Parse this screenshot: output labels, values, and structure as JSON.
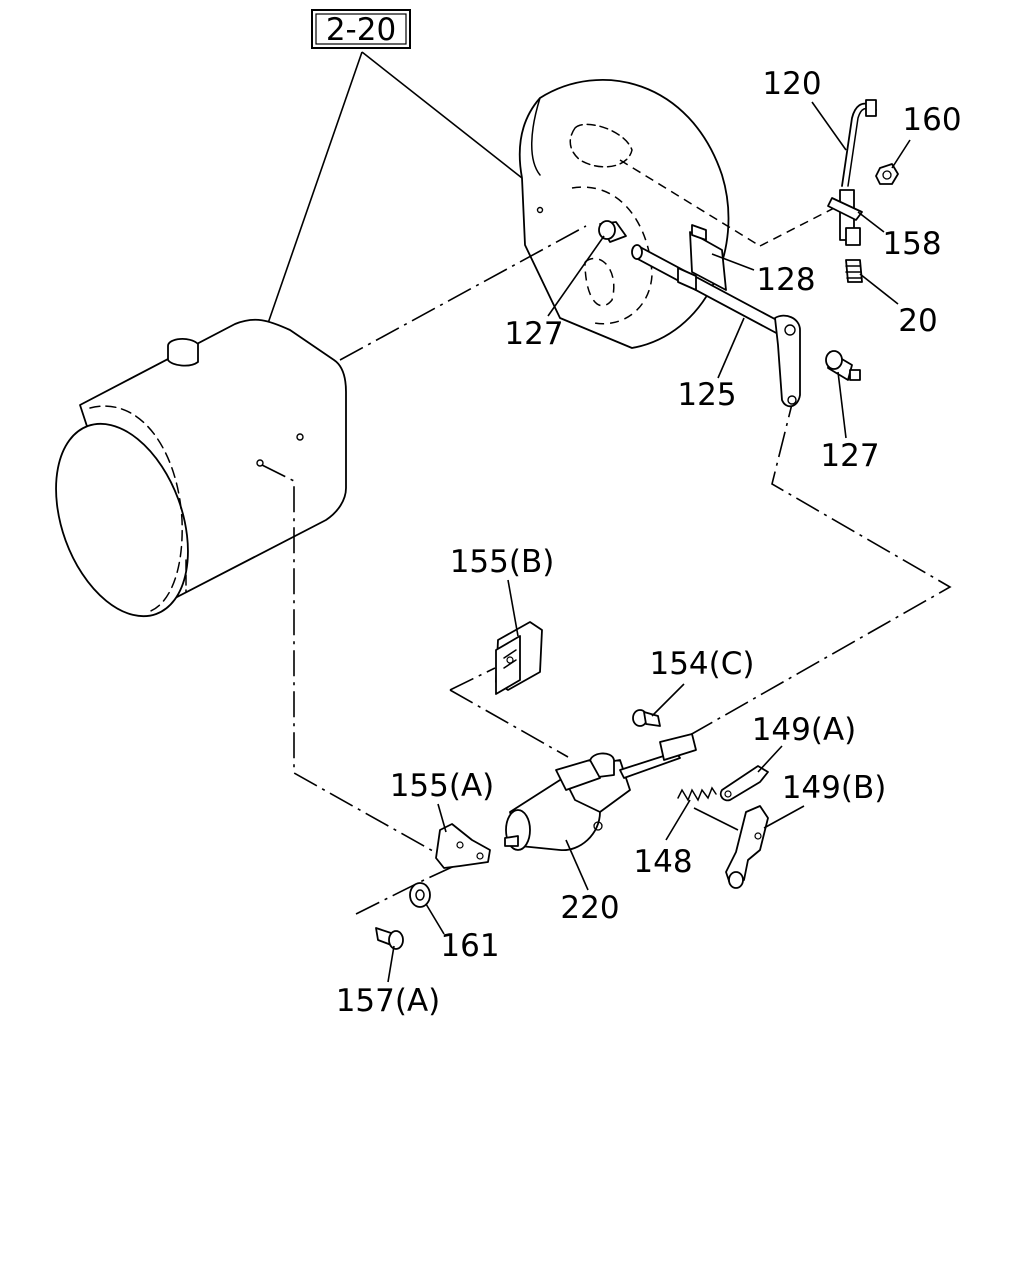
{
  "diagram": {
    "ref_box": "2-20",
    "labels": {
      "p120": "120",
      "p160": "160",
      "p158": "158",
      "p128": "128",
      "p20": "20",
      "p127_upper": "127",
      "p125": "125",
      "p127_lower": "127",
      "p155b": "155(B)",
      "p154c": "154(C)",
      "p149a": "149(A)",
      "p149b": "149(B)",
      "p155a": "155(A)",
      "p148": "148",
      "p220": "220",
      "p161": "161",
      "p157a": "157(A)"
    }
  }
}
